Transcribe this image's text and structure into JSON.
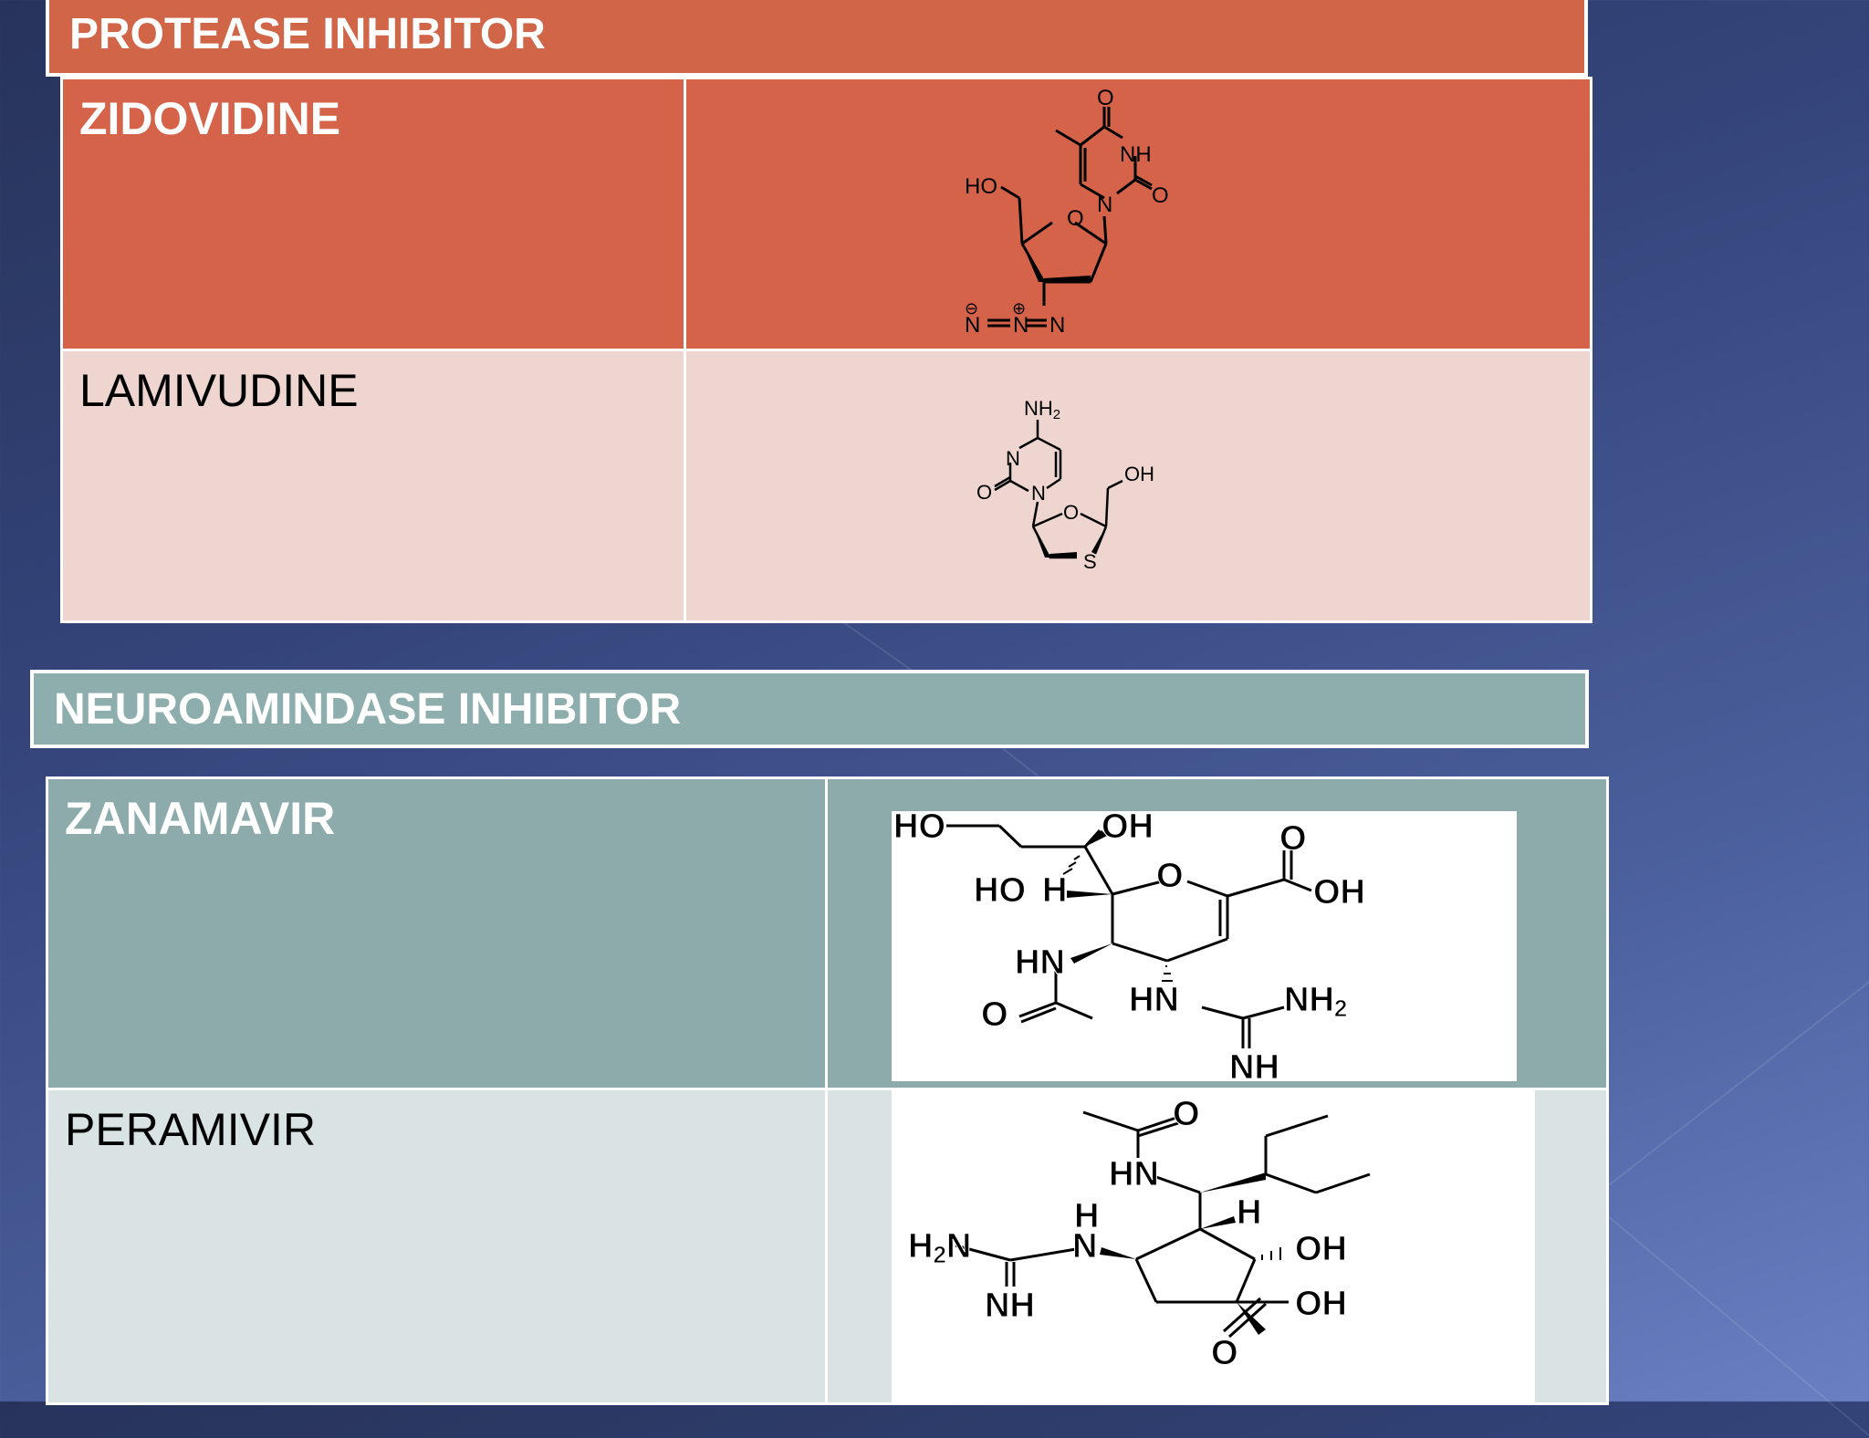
{
  "sections": [
    {
      "title": "PROTEASE INHIBITOR",
      "rows": [
        {
          "name": "ZIDOVIDINE"
        },
        {
          "name": "LAMIVUDINE"
        }
      ]
    },
    {
      "title": "NEUROAMINDASE INHIBITOR",
      "rows": [
        {
          "name": "ZANAMAVIR"
        },
        {
          "name": "PERAMIVIR"
        }
      ]
    }
  ],
  "colors": {
    "protease_header": "#d06548",
    "zidovidine_row": "#d4634a",
    "lamivudine_row": "#efd5d0",
    "neuro_header": "#8eaeae",
    "zanamavir_row": "#8dabab",
    "peramivir_row": "#d9e3e3"
  }
}
